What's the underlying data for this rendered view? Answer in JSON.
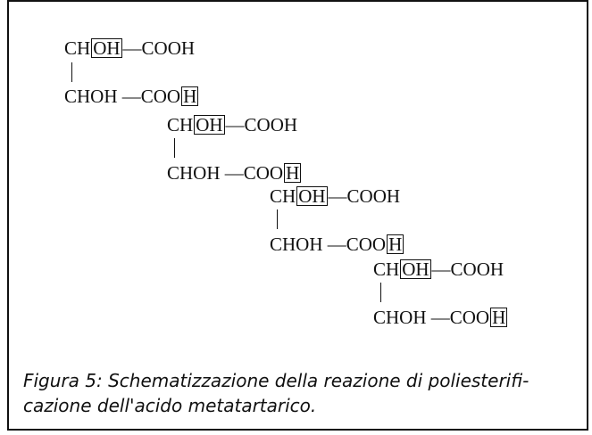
{
  "diagram": {
    "rows": [
      {
        "pre": "CH",
        "box": "OH",
        "post": " —COOH"
      },
      {
        "pre": "CHOH —COO",
        "box": "H",
        "post": ""
      },
      {
        "pre": "CH",
        "box": "OH",
        "post": " —COOH"
      },
      {
        "pre": "CHOH —COO",
        "box": "H",
        "post": ""
      },
      {
        "pre": "CH",
        "box": "OH",
        "post": " —COOH"
      },
      {
        "pre": "CHOH —COO",
        "box": "H",
        "post": ""
      },
      {
        "pre": "CH",
        "box": "OH",
        "post": " —COOH"
      },
      {
        "pre": "CHOH —COO",
        "box": "H",
        "post": ""
      }
    ]
  },
  "caption": {
    "line1": "Figura 5: Schematizzazione della reazione di poliesterifi-",
    "line2": "cazione dell'acido metatartarico."
  }
}
